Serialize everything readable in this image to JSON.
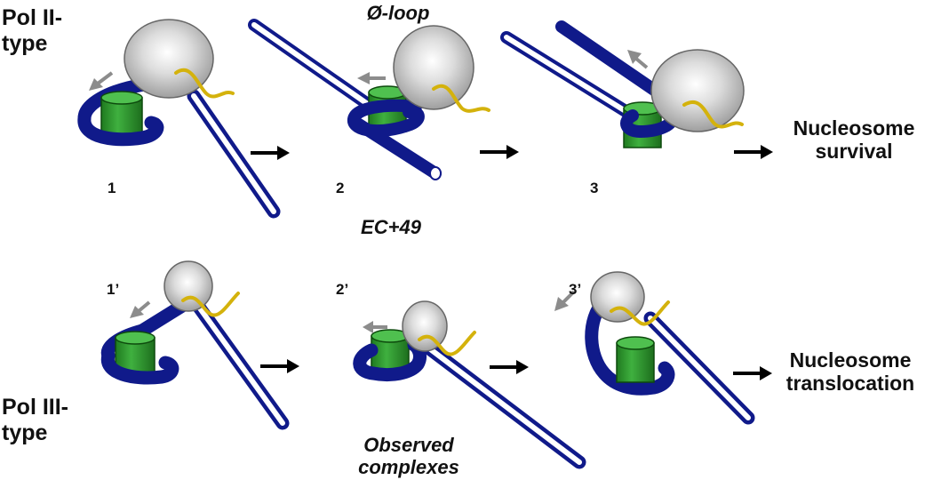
{
  "row_labels": {
    "pol2_line1": "Pol II-",
    "pol2_line2": "type",
    "pol3_line1": "Pol III-",
    "pol3_line2": "type"
  },
  "step_labels": {
    "s1": "1",
    "s2": "2",
    "s3": "3",
    "s1p": "1’",
    "s2p": "2’",
    "s3p": "3’"
  },
  "annotations": {
    "phi_loop": "Ø-loop",
    "ec49": "EC+49",
    "observed_line1": "Observed",
    "observed_line2": "complexes"
  },
  "outcomes": {
    "survival_line1": "Nucleosome",
    "survival_line2": "survival",
    "translocation_line1": "Nucleosome",
    "translocation_line2": "translocation"
  },
  "colors": {
    "dna": "#101a8a",
    "histone": "#2c9a2c",
    "polymerase": "#b8b8b8",
    "rna": "#d4b20c",
    "direction_arrow": "#8c8c8c",
    "flow_arrow": "#000000"
  }
}
